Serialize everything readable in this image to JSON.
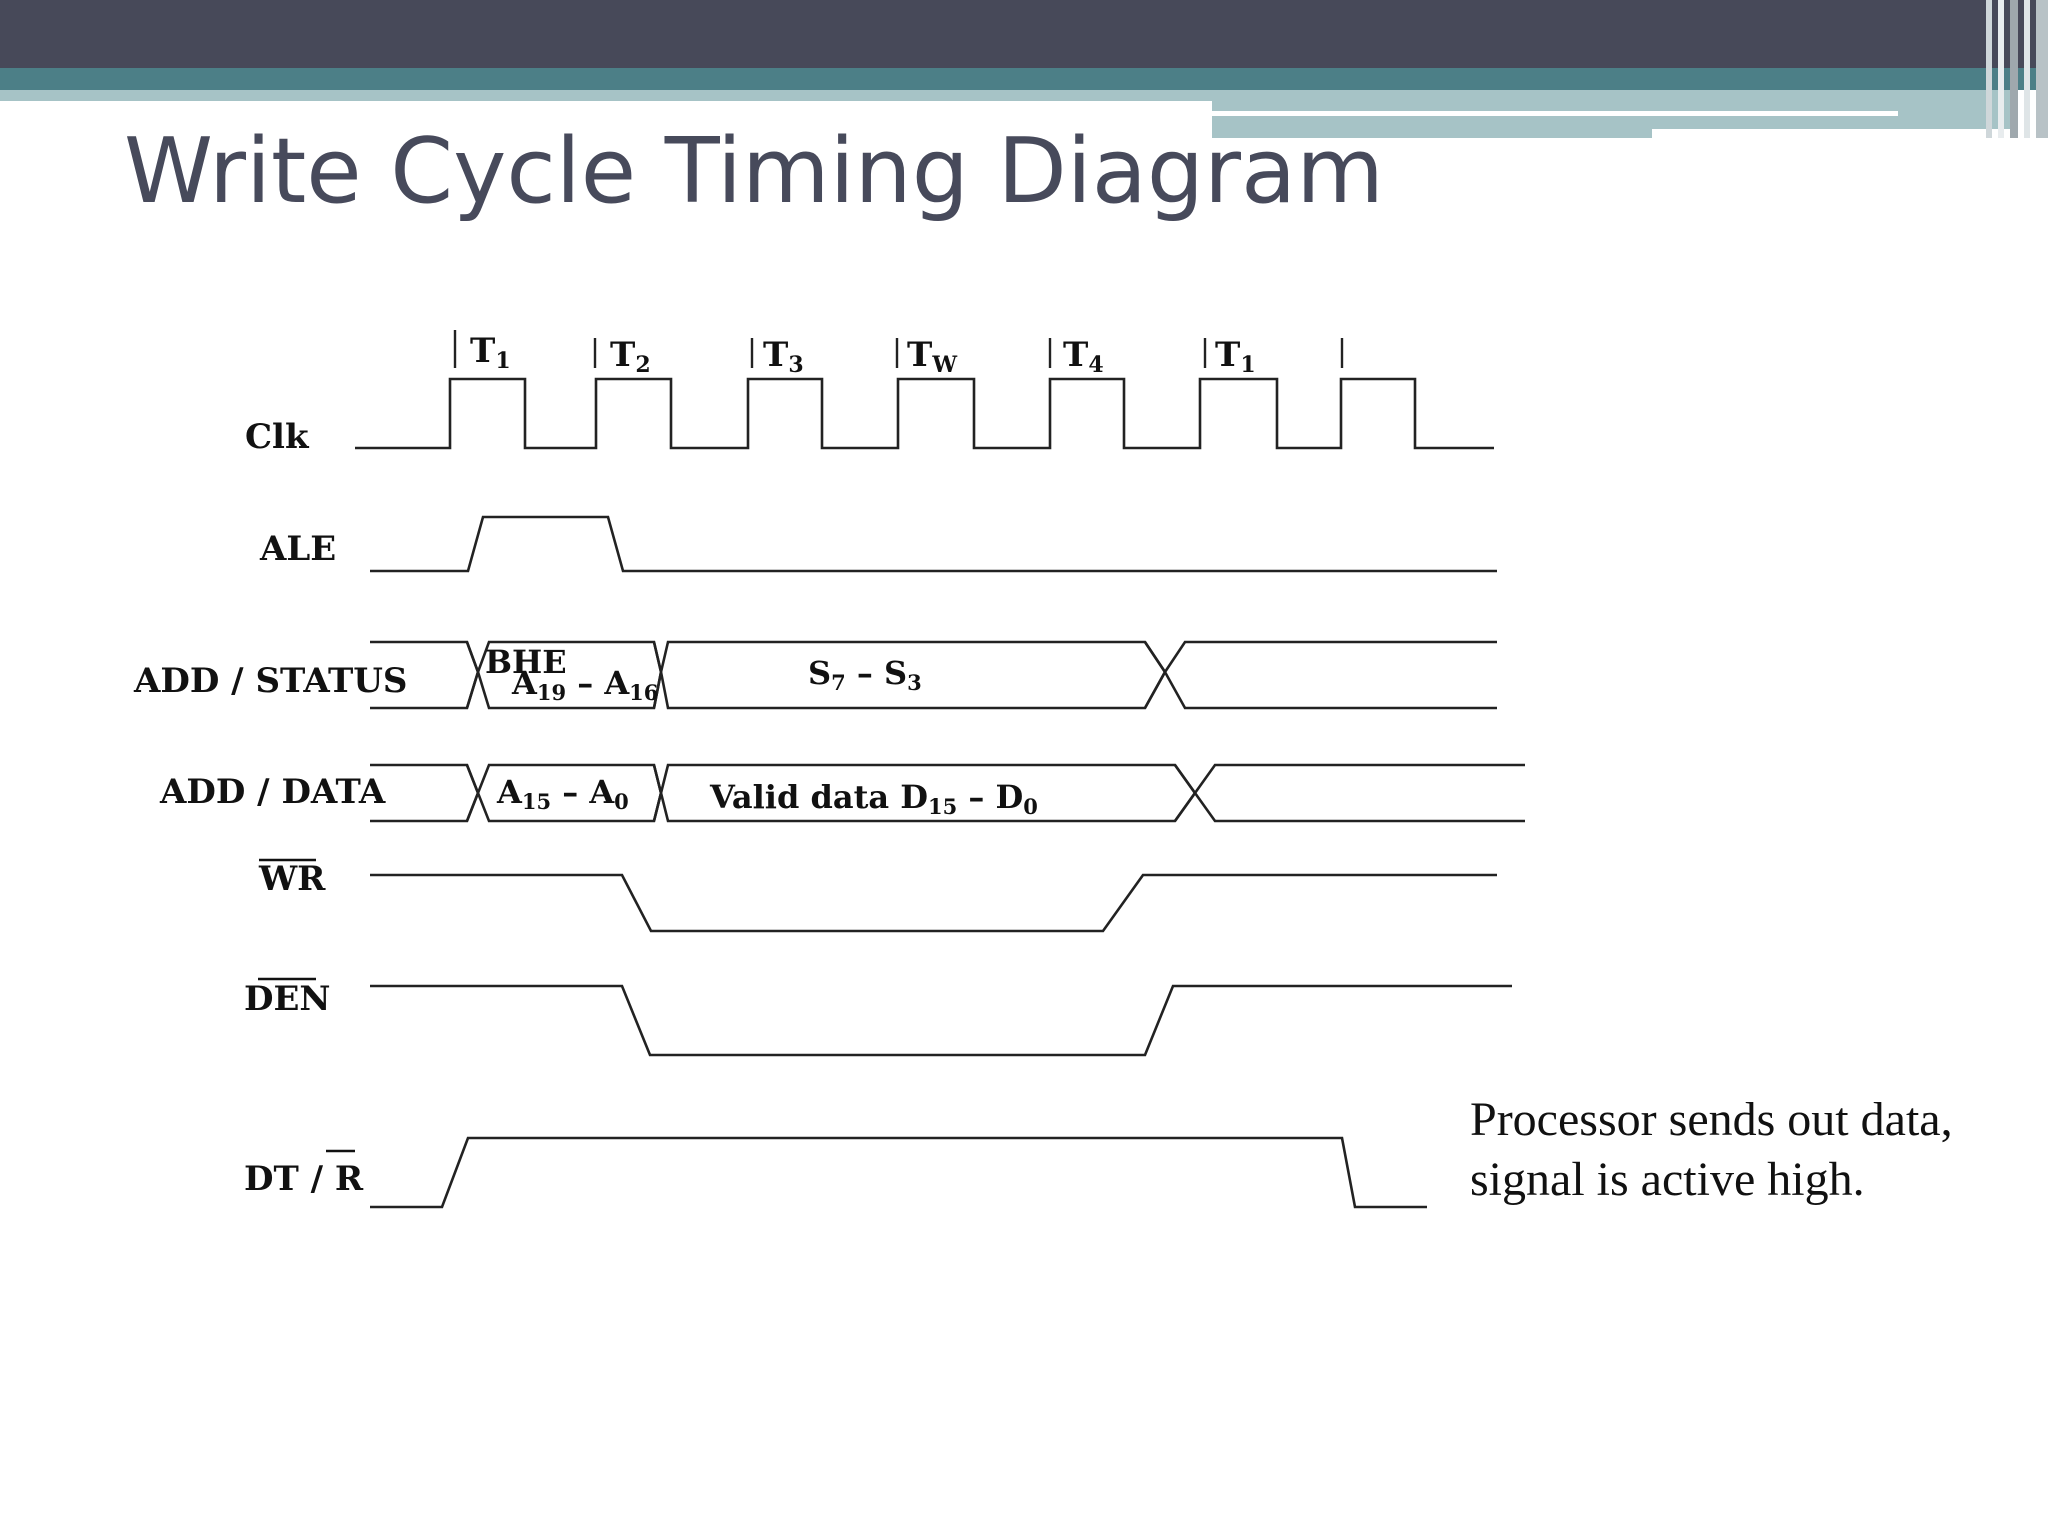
{
  "slide": {
    "title": "Write Cycle Timing Diagram",
    "accent_dark": "#474959",
    "accent_teal": "#4c7f87",
    "accent_light": "#a6c3c6"
  },
  "diagram": {
    "clock_states": [
      {
        "base": "T",
        "sub": "1"
      },
      {
        "base": "T",
        "sub": "2"
      },
      {
        "base": "T",
        "sub": "3"
      },
      {
        "base": "T",
        "sub": "W"
      },
      {
        "base": "T",
        "sub": "4"
      },
      {
        "base": "T",
        "sub": "1"
      }
    ],
    "signals": {
      "clk": "Clk",
      "ale": "ALE",
      "add_status": "ADD / STATUS",
      "add_data": "ADD / DATA",
      "wr": "WR",
      "den": "DEN",
      "dtr_prefix": "DT / ",
      "dtr_bar": "R"
    },
    "bus_labels": {
      "bhe": "BHE",
      "a19": {
        "base": "A",
        "sub": "19"
      },
      "a16": {
        "base": "A",
        "sub": "16"
      },
      "s7": {
        "base": "S",
        "sub": "7"
      },
      "s3": {
        "base": "S",
        "sub": "3"
      },
      "a15": {
        "base": "A",
        "sub": "15"
      },
      "a0": {
        "base": "A",
        "sub": "0"
      },
      "valid_data_prefix": "Valid data ",
      "d15": {
        "base": "D",
        "sub": "15"
      },
      "d0": {
        "base": "D",
        "sub": "0"
      },
      "dash": " – "
    }
  },
  "note": {
    "line1": "Processor sends out data,",
    "line2": "signal is active high."
  }
}
